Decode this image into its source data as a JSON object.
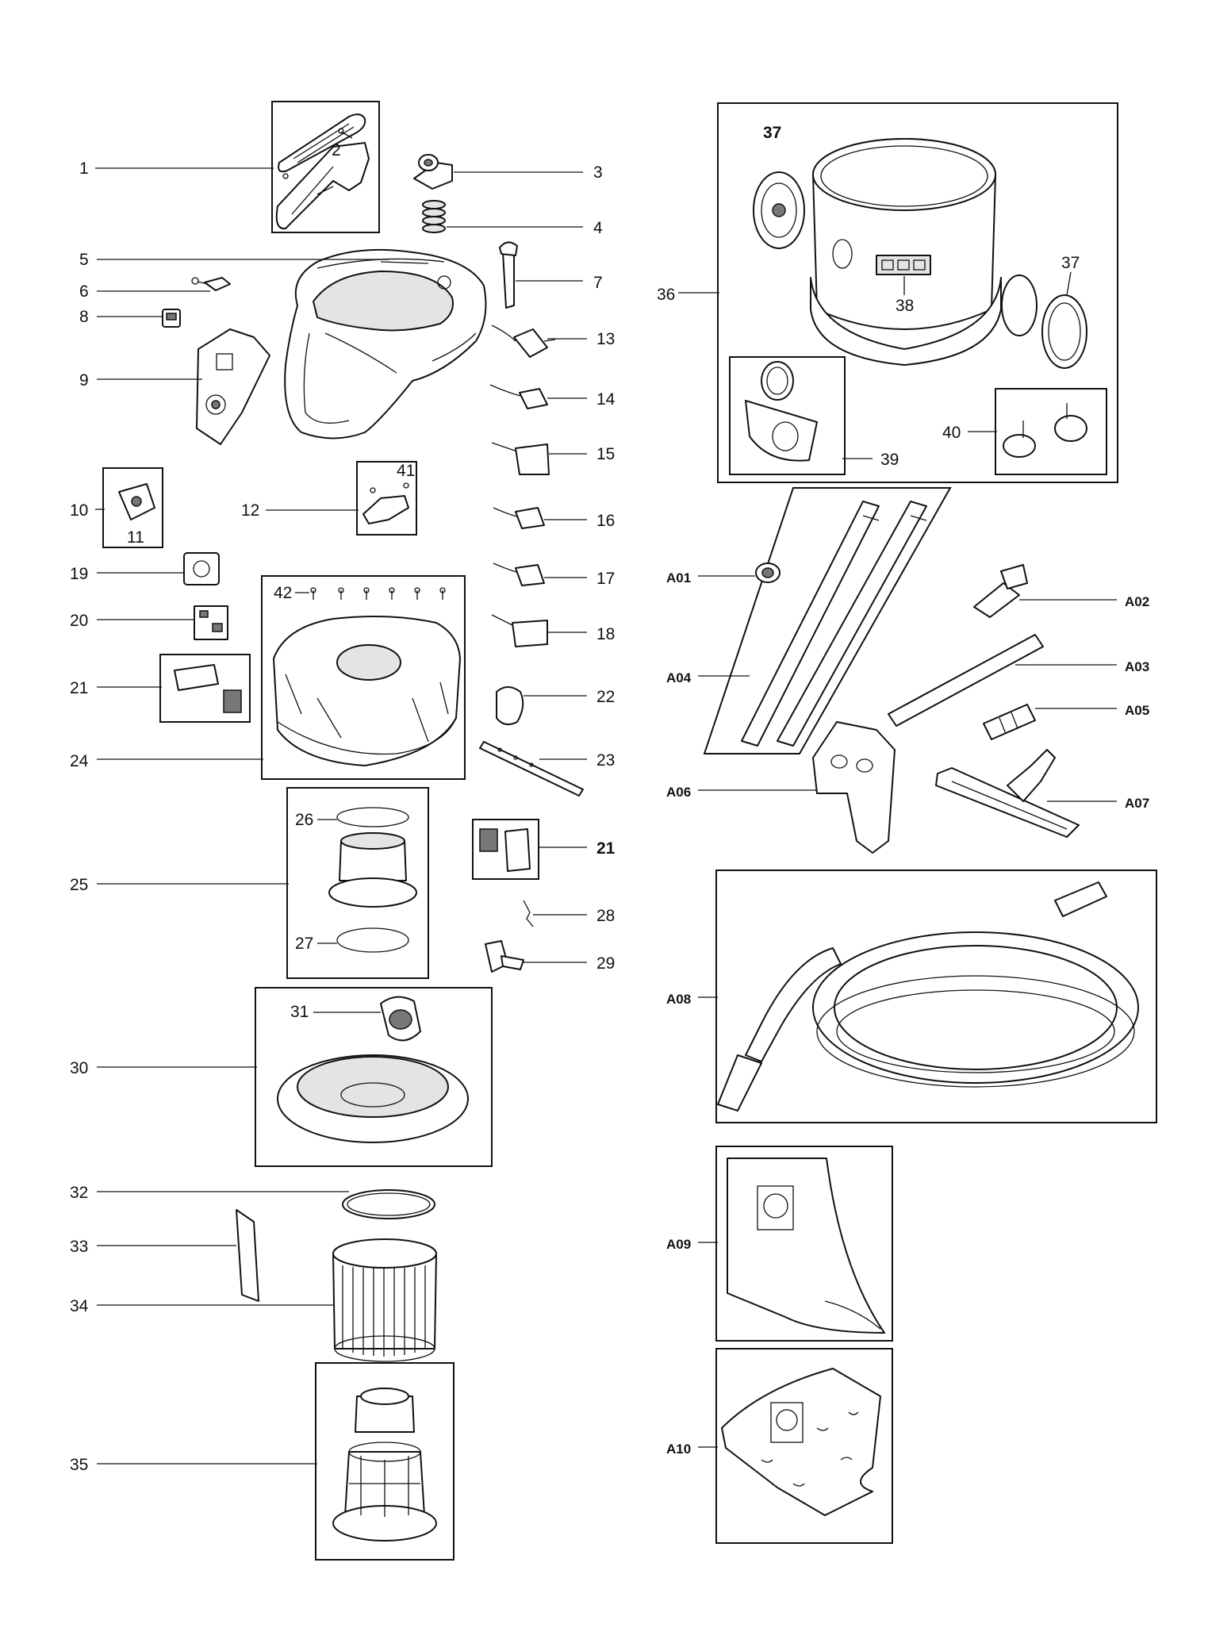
{
  "callouts": {
    "c1": "1",
    "c2": "2",
    "c3": "3",
    "c4": "4",
    "c5": "5",
    "c6": "6",
    "c7": "7",
    "c8": "8",
    "c9": "9",
    "c10": "10",
    "c11": "11",
    "c12": "12",
    "c13": "13",
    "c14": "14",
    "c15": "15",
    "c16": "16",
    "c17": "17",
    "c18": "18",
    "c19": "19",
    "c20": "20",
    "c21a": "21",
    "c21b": "21",
    "c22": "22",
    "c23": "23",
    "c24": "24",
    "c25": "25",
    "c26": "26",
    "c27": "27",
    "c28": "28",
    "c29": "29",
    "c30": "30",
    "c31": "31",
    "c32": "32",
    "c33": "33",
    "c34": "34",
    "c35": "35",
    "c36": "36",
    "c37a": "37",
    "c37b": "37",
    "c38": "38",
    "c39": "39",
    "c40": "40",
    "c41": "41",
    "c42": "42",
    "a01": "A01",
    "a02": "A02",
    "a03": "A03",
    "a04": "A04",
    "a05": "A05",
    "a06": "A06",
    "a07": "A07",
    "a08": "A08",
    "a09": "A09",
    "a10": "A10"
  },
  "colors": {
    "line": "#111111",
    "shade": "#e4e4e4",
    "background": "#ffffff"
  }
}
